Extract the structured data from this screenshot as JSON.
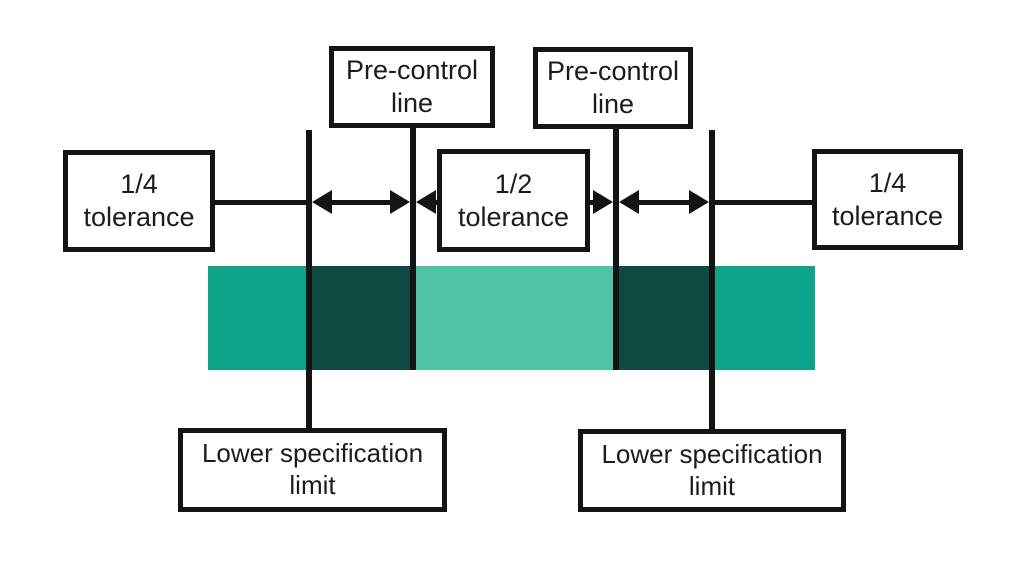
{
  "diagram": {
    "type": "pre-control-chart-tolerance-zones",
    "labels": {
      "pre_control_left": "Pre-control\nline",
      "pre_control_right": "Pre-control\nline",
      "quarter_tolerance_left": "1/4\ntolerance",
      "half_tolerance": "1/2\ntolerance",
      "quarter_tolerance_right": "1/4\ntolerance",
      "lower_spec_left": "Lower specification\nlimit",
      "lower_spec_right": "Lower specification\nlimit"
    },
    "colors": {
      "background": "#FFFFFF",
      "line": "#141414",
      "outer_zone": "#0DA48A",
      "caution_zone": "#0E4A42",
      "target_zone": "#4EC4A4"
    },
    "bar": {
      "zones": [
        {
          "name": "left-outer-quarter",
          "color": "#0DA48A"
        },
        {
          "name": "left-caution",
          "color": "#0E4A42"
        },
        {
          "name": "center-target-half",
          "color": "#4EC4A4"
        },
        {
          "name": "right-caution",
          "color": "#0E4A42"
        },
        {
          "name": "right-outer-quarter",
          "color": "#0DA48A"
        }
      ]
    }
  }
}
